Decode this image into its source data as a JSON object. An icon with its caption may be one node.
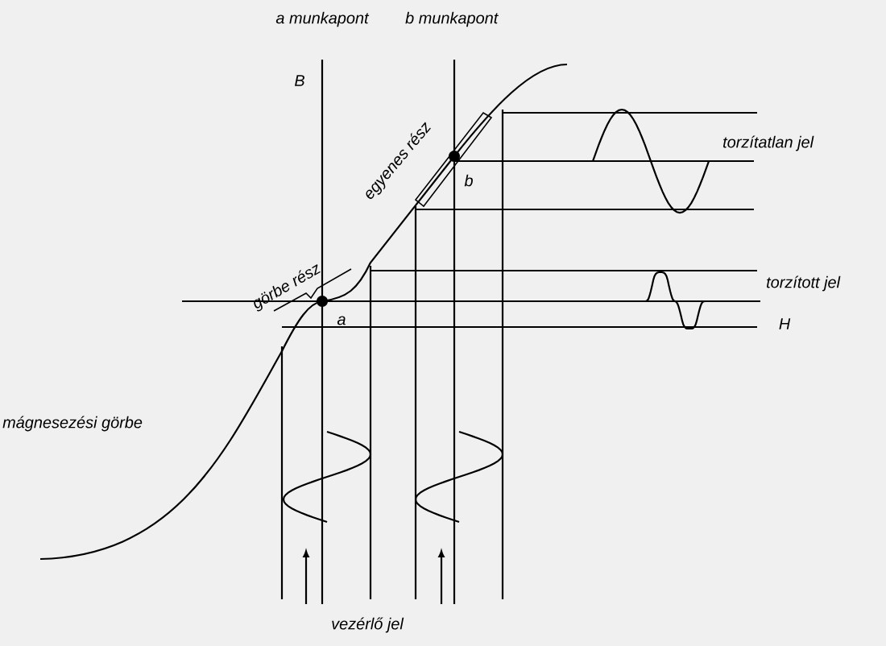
{
  "diagram": {
    "labels": [
      "a munkapont",
      "b munkapont",
      "B",
      "egyenes rész",
      "b",
      "torzítatlan jel",
      "görbe rész",
      "a",
      "torzított jel",
      "H",
      "mágnesezési görbe",
      "vezérlő jel"
    ]
  }
}
